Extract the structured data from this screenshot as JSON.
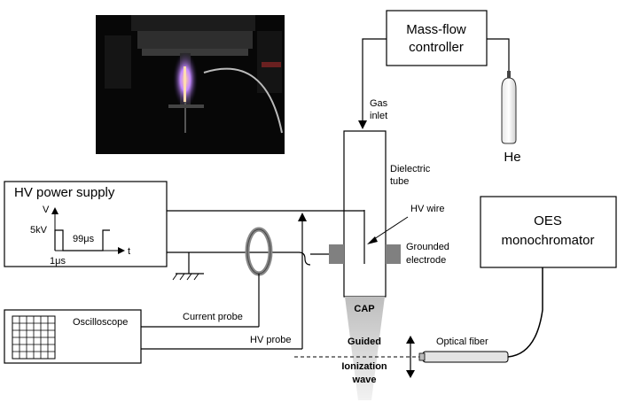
{
  "mass_flow": {
    "line1": "Mass-flow",
    "line2": "controller"
  },
  "gas_inlet": {
    "line1": "Gas",
    "line2": "inlet"
  },
  "he_label": "He",
  "dielectric": {
    "line1": "Dielectric",
    "line2": "tube"
  },
  "hv_wire": "HV wire",
  "grounded": {
    "line1": "Grounded",
    "line2": "electrode"
  },
  "hv_supply": {
    "title": "HV power supply",
    "axis_v": "V",
    "axis_t": "t",
    "pulse_voltage": "5kV",
    "off_time": "99μs",
    "pulse_width": "1μs"
  },
  "oes": {
    "line1": "OES",
    "line2": "monochromator"
  },
  "oscilloscope": "Oscilloscope",
  "current_probe": "Current probe",
  "hv_probe": "HV probe",
  "cap": "CAP",
  "guided": {
    "line1": "Guided",
    "line2": "Ionization",
    "line3": "wave"
  },
  "optical_fiber": "Optical fiber",
  "colors": {
    "wire": "#000000",
    "electrode": "#808080",
    "plume": "#c8c8c8",
    "photo_bg": "#0a0a0a",
    "plasma": "#b58cff"
  }
}
